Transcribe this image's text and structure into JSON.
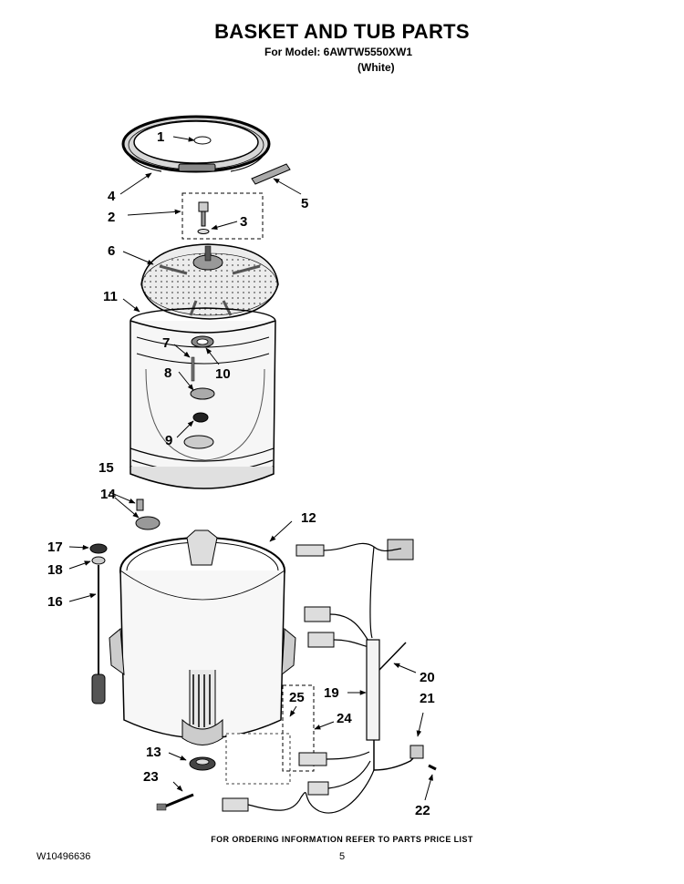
{
  "header": {
    "title": "BASKET AND TUB PARTS",
    "model": "For Model: 6AWTW5550XW1",
    "color": "(White)"
  },
  "footer": {
    "ordering_info": "FOR ORDERING INFORMATION REFER TO PARTS PRICE LIST",
    "document_number": "W10496636",
    "page_number": "5"
  },
  "callouts": [
    "1",
    "2",
    "3",
    "4",
    "5",
    "6",
    "7",
    "8",
    "9",
    "10",
    "11",
    "12",
    "13",
    "14",
    "15",
    "16",
    "17",
    "18",
    "19",
    "20",
    "21",
    "22",
    "23",
    "24",
    "25"
  ],
  "colors": {
    "line": "#000000",
    "shade": "#bdbdbd",
    "light_shade": "#e4e4e4"
  }
}
